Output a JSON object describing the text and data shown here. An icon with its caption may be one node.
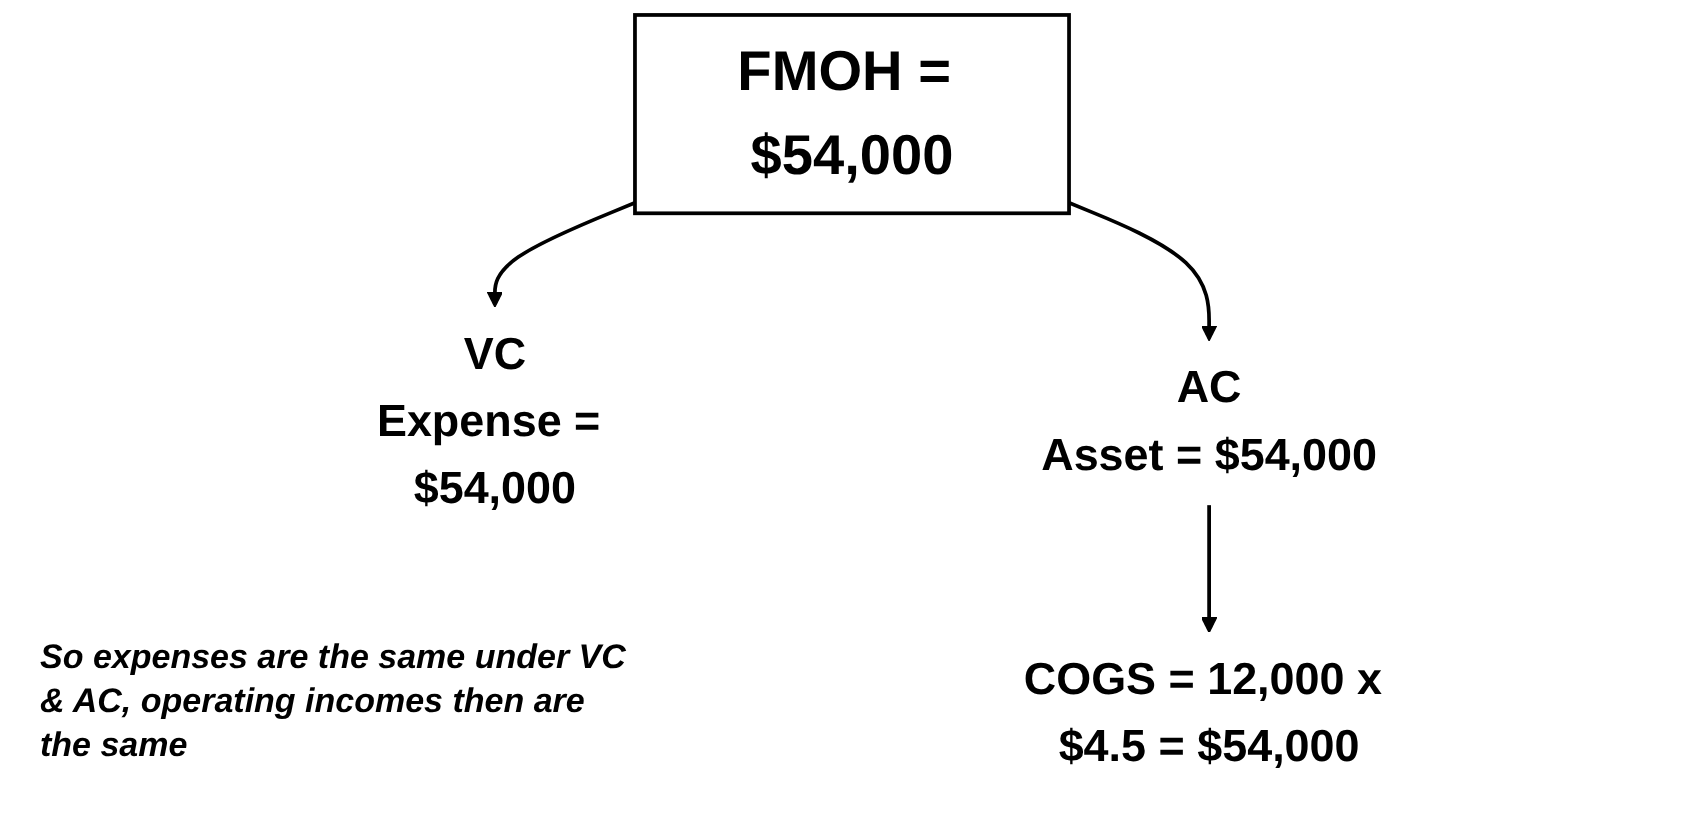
{
  "diagram": {
    "nodes": [
      {
        "text": [
          "FMOH = $54,000"
        ]
      },
      {
        "text": [
          "VC",
          "Expense = $54,000"
        ]
      },
      {
        "text": [
          "AC",
          "Asset = $54,000"
        ]
      },
      {
        "text": [
          "COGS = 12,000 x $4.5 = $54,000"
        ]
      }
    ],
    "edges": [
      {
        "from": 0,
        "to": 1,
        "arrow": "to"
      },
      {
        "from": 0,
        "to": 2,
        "arrow": "to"
      },
      {
        "from": 2,
        "to": 3,
        "arrow": "to"
      }
    ],
    "labels": [
      "So expenses are the same under VC & AC, operating incomes then are the same"
    ]
  }
}
